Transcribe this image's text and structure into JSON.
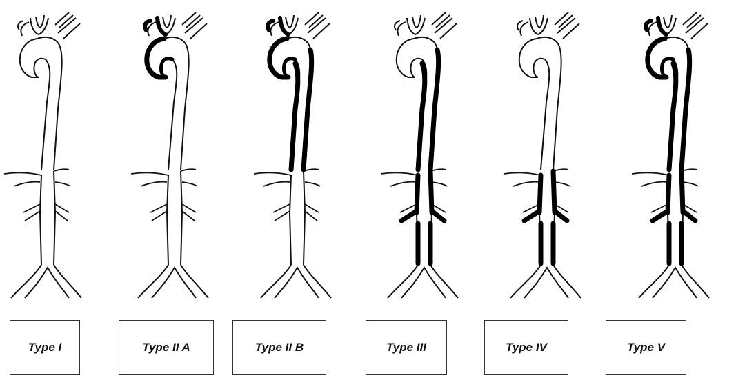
{
  "figure": {
    "panels": [
      {
        "id": "type-1",
        "label": "Type I",
        "diseased": []
      },
      {
        "id": "type-2a",
        "label": "Type II A",
        "diseased": [
          "arch"
        ]
      },
      {
        "id": "type-2b",
        "label": "Type II B",
        "diseased": [
          "arch",
          "descending-thoracic"
        ]
      },
      {
        "id": "type-3",
        "label": "Type III",
        "diseased": [
          "descending-thoracic",
          "abdominal"
        ]
      },
      {
        "id": "type-4",
        "label": "Type IV",
        "diseased": [
          "abdominal"
        ]
      },
      {
        "id": "type-5",
        "label": "Type V",
        "diseased": [
          "arch",
          "descending-thoracic",
          "abdominal"
        ]
      }
    ],
    "colors": {
      "vessel_outline": "#111111",
      "diseased_wall": "#000000",
      "background": "#ffffff",
      "box_border": "#333333"
    }
  }
}
